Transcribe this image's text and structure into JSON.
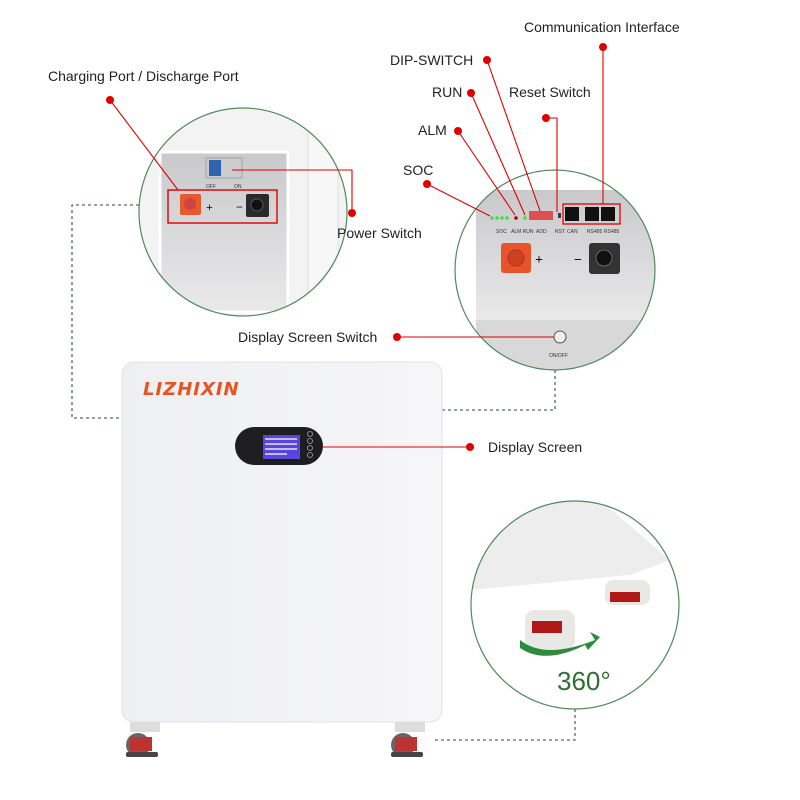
{
  "brand": {
    "logo_text": "LIZHIXIN",
    "color": "#e8531f"
  },
  "colors": {
    "callout": "#e00000",
    "dashed": "#5a6a62",
    "circle_border": "#4f8a5a",
    "rotation_arrow": "#2e8b3e"
  },
  "labels": {
    "communication_interface": "Communication Interface",
    "dip_switch": "DIP-SWITCH",
    "run": "RUN",
    "reset_switch": "Reset Switch",
    "alm": "ALM",
    "soc": "SOC",
    "charging_port": "Charging Port / Discharge Port",
    "power_switch": "Power Switch",
    "display_screen_switch": "Display Screen Switch",
    "display_screen": "Display Screen"
  },
  "panel_markings": {
    "soc": "SOC",
    "alm_run": "ALM RUN",
    "add": "ADD",
    "rst": "RST",
    "can": "CAN",
    "rs485_1": "RS485",
    "rs485_2": "RS485",
    "on_off": "ON/OFF",
    "plus": "+",
    "minus": "−",
    "switch_off": "OFF",
    "switch_on": "ON"
  },
  "rotation": {
    "text": "360°"
  }
}
